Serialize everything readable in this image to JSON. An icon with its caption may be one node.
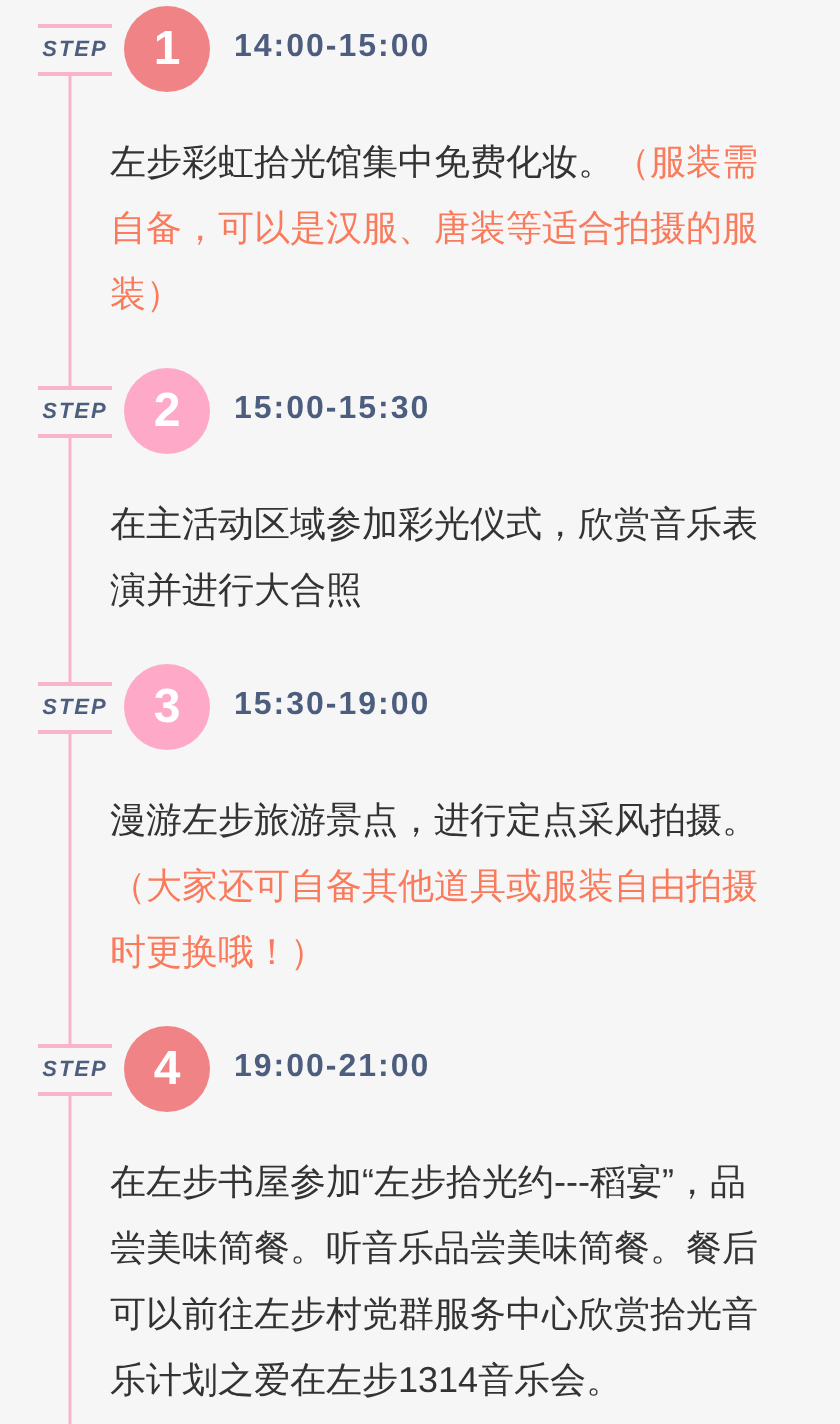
{
  "diagram": {
    "nodes": [
      {
        "text": [
          "STEP"
        ]
      },
      {
        "text": [
          "1"
        ],
        "beside": [
          "14:00-15:00",
          "左步彩虹拾光馆集中免费化妆。",
          "（服装需自备，可以是汉服、唐装等适合拍摄的服装）"
        ]
      },
      {
        "text": [
          "STEP"
        ]
      },
      {
        "text": [
          "2"
        ],
        "beside": [
          "15:00-15:30",
          "在主活动区域参加彩光仪式，欣赏音乐表演并进行大合照"
        ]
      },
      {
        "text": [
          "STEP"
        ]
      },
      {
        "text": [
          "3"
        ],
        "beside": [
          "15:30-19:00",
          "漫游左步旅游景点，进行定点采风拍摄。",
          "（大家还可自备其他道具或服装自由拍摄时更换哦！）"
        ]
      },
      {
        "text": [
          "STEP"
        ]
      },
      {
        "text": [
          "4"
        ],
        "beside": [
          "19:00-21:00",
          "在左步书屋参加“左步拾光约---稻宴”，品尝美味简餐。听音乐品尝美味简餐。餐后可以前往左步村党群服务中心欣赏拾光音乐计划之爱在左步1314音乐会。"
        ]
      }
    ],
    "edges": [
      {
        "from": 0,
        "to": 2,
        "arrow": "none"
      },
      {
        "from": 2,
        "to": 4,
        "arrow": "none"
      },
      {
        "from": 4,
        "to": 6,
        "arrow": "none"
      },
      {
        "from": 6,
        "to": null,
        "arrow": "none"
      }
    ]
  }
}
